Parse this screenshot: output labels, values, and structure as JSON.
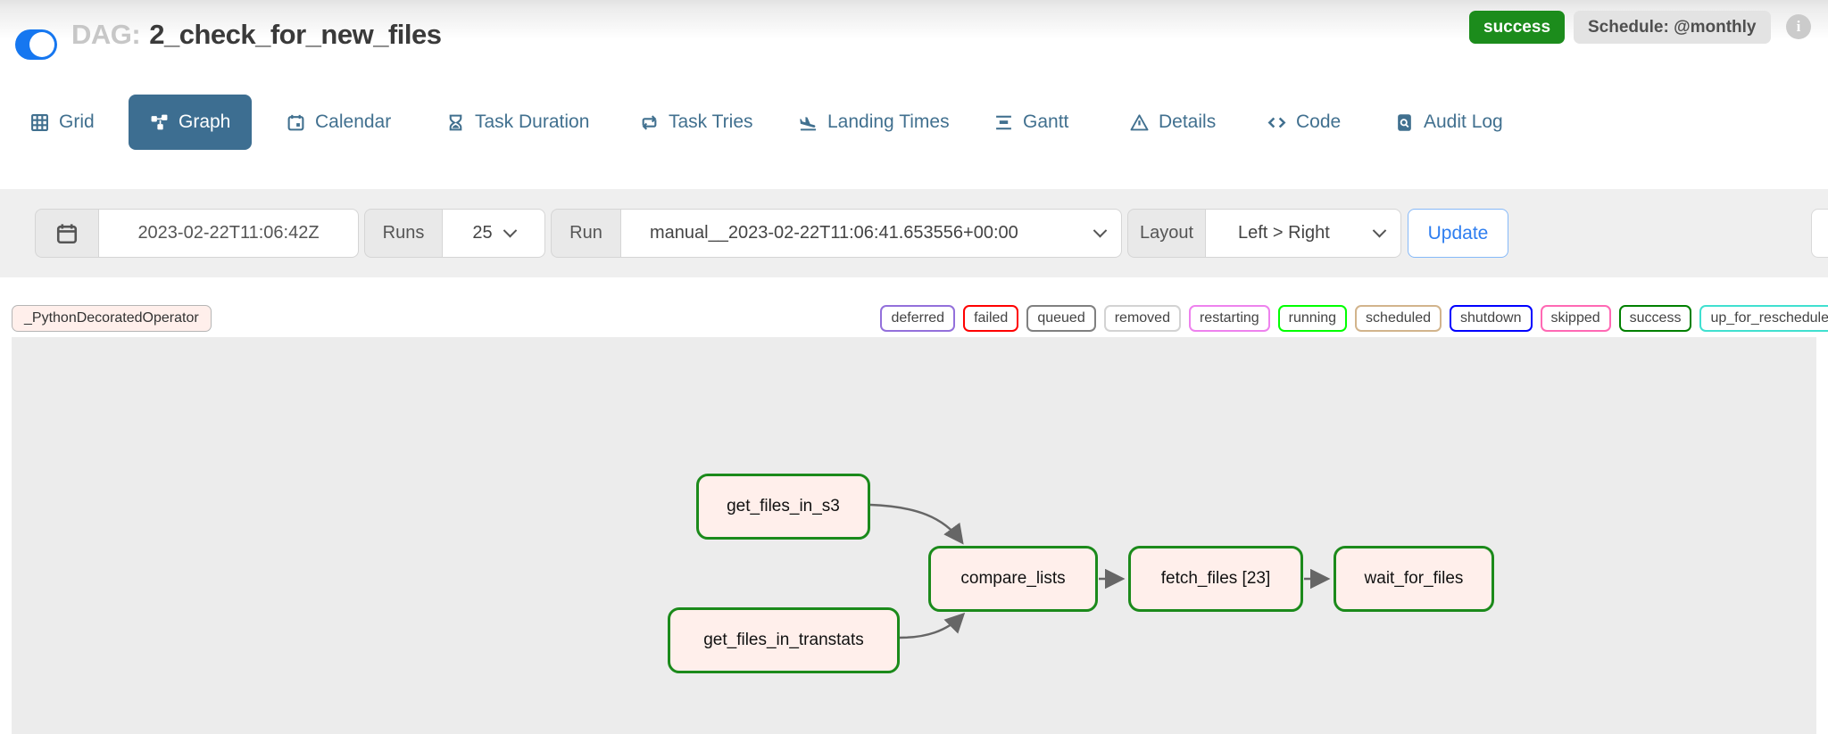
{
  "header": {
    "dag_label": "DAG:",
    "dag_name": "2_check_for_new_files",
    "status_badge": "success",
    "schedule_badge": "Schedule: @monthly"
  },
  "tabs": [
    {
      "label": "Grid",
      "icon": "grid-icon",
      "active": false
    },
    {
      "label": "Graph",
      "icon": "graph-icon",
      "active": true
    },
    {
      "label": "Calendar",
      "icon": "calendar-icon",
      "active": false
    },
    {
      "label": "Task Duration",
      "icon": "hourglass-icon",
      "active": false
    },
    {
      "label": "Task Tries",
      "icon": "repeat-icon",
      "active": false
    },
    {
      "label": "Landing Times",
      "icon": "plane-landing-icon",
      "active": false
    },
    {
      "label": "Gantt",
      "icon": "gantt-icon",
      "active": false
    },
    {
      "label": "Details",
      "icon": "warning-triangle-icon",
      "active": false
    },
    {
      "label": "Code",
      "icon": "code-icon",
      "active": false
    },
    {
      "label": "Audit Log",
      "icon": "file-search-icon",
      "active": false
    }
  ],
  "filterbar": {
    "base_date": "2023-02-22T11:06:42Z",
    "runs_label": "Runs",
    "runs_value": "25",
    "run_label": "Run",
    "run_value": "manual__2023-02-22T11:06:41.653556+00:00",
    "layout_label": "Layout",
    "layout_value": "Left > Right",
    "update_label": "Update"
  },
  "legend": {
    "operator": {
      "label": "_PythonDecoratedOperator",
      "fill": "#ffefeb"
    },
    "statuses": [
      {
        "label": "deferred",
        "color": "#9370db"
      },
      {
        "label": "failed",
        "color": "#ff0000"
      },
      {
        "label": "queued",
        "color": "#808080"
      },
      {
        "label": "removed",
        "color": "#d3d3d3"
      },
      {
        "label": "restarting",
        "color": "#ee82ee"
      },
      {
        "label": "running",
        "color": "#00ff00"
      },
      {
        "label": "scheduled",
        "color": "#d2b48c"
      },
      {
        "label": "shutdown",
        "color": "#0000ff"
      },
      {
        "label": "skipped",
        "color": "#ff69b4"
      },
      {
        "label": "success",
        "color": "#008000"
      },
      {
        "label": "up_for_reschedule",
        "color": "#40e0d0"
      },
      {
        "label": "",
        "color": "#ffd700"
      }
    ]
  },
  "graph": {
    "nodes": [
      {
        "id": "get_files_in_s3",
        "label": "get_files_in_s3",
        "state": "success",
        "fill": "#ffefeb",
        "border": "#1b8a1b"
      },
      {
        "id": "get_files_in_transtats",
        "label": "get_files_in_transtats",
        "state": "success",
        "fill": "#ffefeb",
        "border": "#1b8a1b"
      },
      {
        "id": "compare_lists",
        "label": "compare_lists",
        "state": "success",
        "fill": "#ffefeb",
        "border": "#1b8a1b"
      },
      {
        "id": "fetch_files",
        "label": "fetch_files [23]",
        "state": "success",
        "fill": "#ffefeb",
        "border": "#1b8a1b"
      },
      {
        "id": "wait_for_files",
        "label": "wait_for_files",
        "state": "success",
        "fill": "#ffefeb",
        "border": "#1b8a1b"
      }
    ],
    "edges": [
      {
        "from": "get_files_in_s3",
        "to": "compare_lists"
      },
      {
        "from": "get_files_in_transtats",
        "to": "compare_lists"
      },
      {
        "from": "compare_lists",
        "to": "fetch_files"
      },
      {
        "from": "fetch_files",
        "to": "wait_for_files"
      }
    ]
  }
}
